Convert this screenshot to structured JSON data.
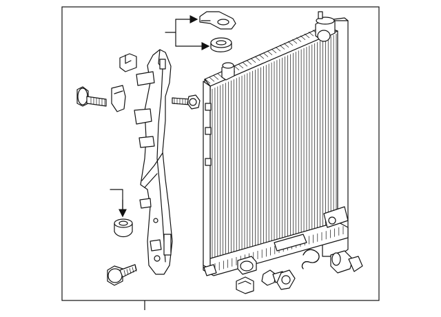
{
  "diagram": {
    "type": "exploded-parts-diagram",
    "parts": [
      {
        "name": "radiator-core"
      },
      {
        "name": "side-bracket-baffle"
      },
      {
        "name": "upper-insulator"
      },
      {
        "name": "upper-mount-bracket"
      },
      {
        "name": "clip"
      },
      {
        "name": "bolt"
      },
      {
        "name": "stud-bolt"
      },
      {
        "name": "lower-insulator"
      },
      {
        "name": "lower-bolt"
      },
      {
        "name": "drain-plug"
      },
      {
        "name": "hose-clip"
      },
      {
        "name": "sensor-fitting"
      },
      {
        "name": "drain-valve"
      }
    ],
    "callouts": [
      "upper-mount-callout",
      "lower-insulator-callout",
      "bottom-reference-tick"
    ]
  }
}
